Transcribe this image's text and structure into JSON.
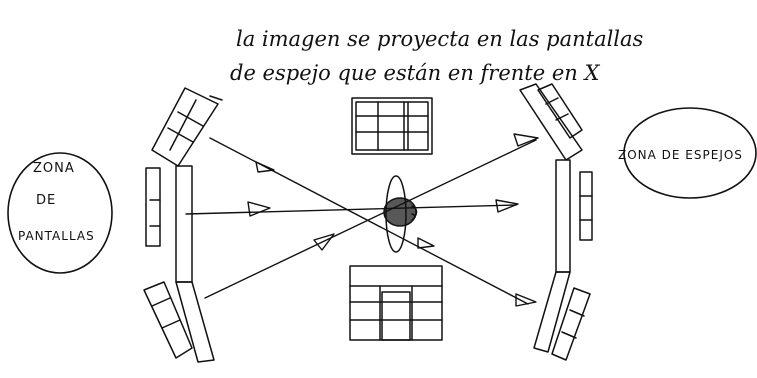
{
  "caption": {
    "line1": "la imagen se proyecta en las pantallas",
    "line2": "de espejo que están en frente en X"
  },
  "left_zone": {
    "line1": "ZONA",
    "line2": "DE",
    "line3": "PANTALLAS"
  },
  "right_zone": {
    "label": "ZONA DE ESPEJOS"
  }
}
